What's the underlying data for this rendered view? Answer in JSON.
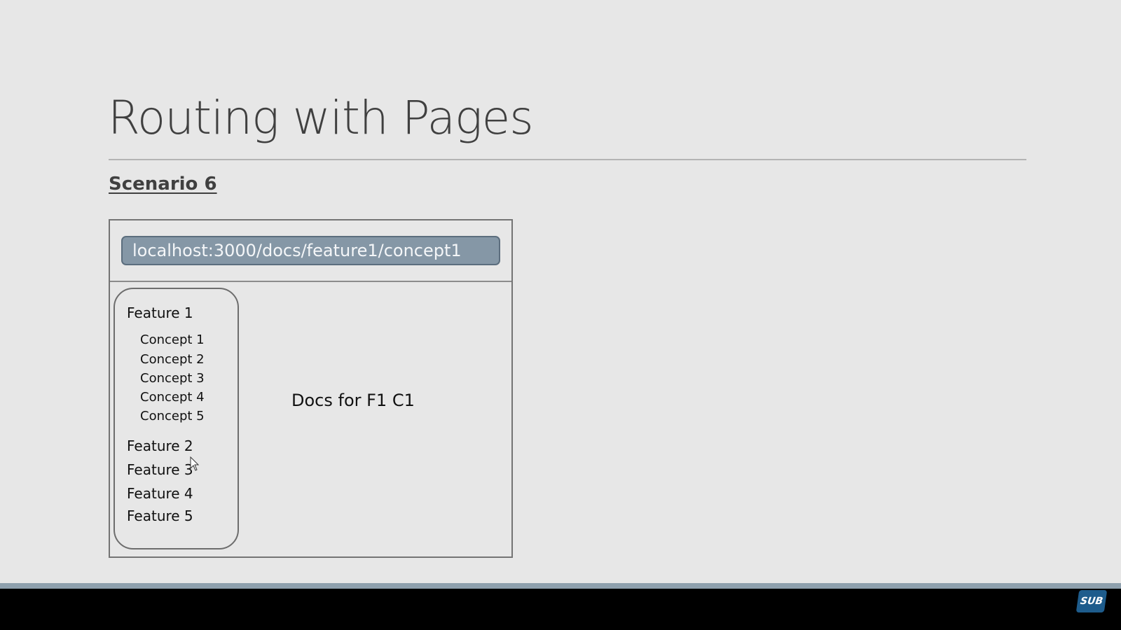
{
  "slide": {
    "title": "Routing with Pages",
    "subtitle": "Scenario 6"
  },
  "browser": {
    "url": "localhost:3000/docs/feature1/concept1",
    "content": "Docs for F1 C1"
  },
  "sidebar": {
    "features": [
      {
        "label": "Feature 1",
        "concepts": [
          "Concept 1",
          "Concept 2",
          "Concept 3",
          "Concept 4",
          "Concept 5"
        ]
      },
      {
        "label": "Feature 2"
      },
      {
        "label": "Feature 3"
      },
      {
        "label": "Feature 4"
      },
      {
        "label": "Feature 5"
      }
    ]
  },
  "badge": {
    "label": "SUB",
    "icon": "subscribe-logo-icon"
  },
  "colors": {
    "background": "#e7e7e7",
    "url_bar": "#8597a6",
    "stripe": "#8ea0ad"
  }
}
